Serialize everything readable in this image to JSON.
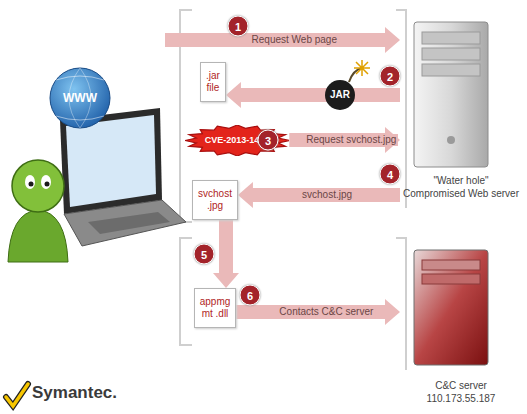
{
  "diagram": {
    "nodes": [
      {
        "text": [
          "WWW"
        ]
      },
      {
        "text": [
          "\"Water hole\"",
          "Compromised Web server"
        ]
      },
      {
        "text": [
          ".jar file"
        ]
      },
      {
        "text": [
          "CVE-2013-1493"
        ]
      },
      {
        "text": [
          "svchost .jpg"
        ]
      },
      {
        "text": [
          "appmg mt .dll"
        ]
      },
      {
        "text": [
          "C&C server",
          "110.173.55.187"
        ]
      }
    ],
    "edges": [
      {
        "from": 0,
        "to": 1,
        "label": "Request Web page",
        "arrow": "to"
      },
      {
        "from": 1,
        "to": 2,
        "label": "JAR",
        "arrow": "to"
      },
      {
        "from": 3,
        "to": 1,
        "label": "Request svchost.jpg",
        "arrow": "to"
      },
      {
        "from": 1,
        "to": 4,
        "label": "svchost.jpg",
        "arrow": "to"
      },
      {
        "from": 4,
        "to": 5,
        "arrow": "to"
      },
      {
        "from": 5,
        "to": 6,
        "label": "Contacts C&C server",
        "arrow": "to"
      }
    ],
    "labels": [
      "1",
      "2",
      "3",
      "4",
      "5",
      "6",
      "Symantec."
    ]
  }
}
